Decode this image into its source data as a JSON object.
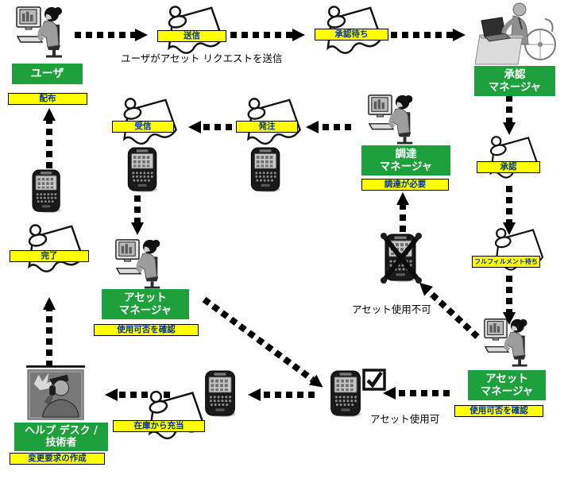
{
  "colors": {
    "green": "#1ea03c",
    "yellow": "#ffff00",
    "yellow_text": "#0033a0",
    "text": "#000000"
  },
  "actors": {
    "user": {
      "name": "ユーザ",
      "task": "配布"
    },
    "approval_manager": {
      "name_line1": "承認",
      "name_line2": "マネージャ"
    },
    "procurement_manager": {
      "name_line1": "調達",
      "name_line2": "マネージャ",
      "task": "調達が必要"
    },
    "asset_manager_left": {
      "name_line1": "アセット",
      "name_line2": "マネージャ",
      "task": "使用可否を確認"
    },
    "asset_manager_right": {
      "name_line1": "アセット",
      "name_line2": "マネージャ",
      "task": "使用可否を確認"
    },
    "helpdesk": {
      "name_line1": "ヘルプ デスク /",
      "name_line2": "技術者",
      "task": "変更要求の作成"
    }
  },
  "statuses": {
    "send": "送信",
    "waiting_approval": "承認待ち",
    "receive": "受信",
    "order": "発注",
    "approved": "承認",
    "waiting_fulfillment": "フルフィルメント待ち",
    "complete": "完了",
    "fulfill_from_stock": "在庫から充当"
  },
  "captions": {
    "user_sends_request": "ユーザがアセット リクエストを送信",
    "asset_unavailable": "アセット使用不可",
    "asset_available": "アセット使用可"
  }
}
